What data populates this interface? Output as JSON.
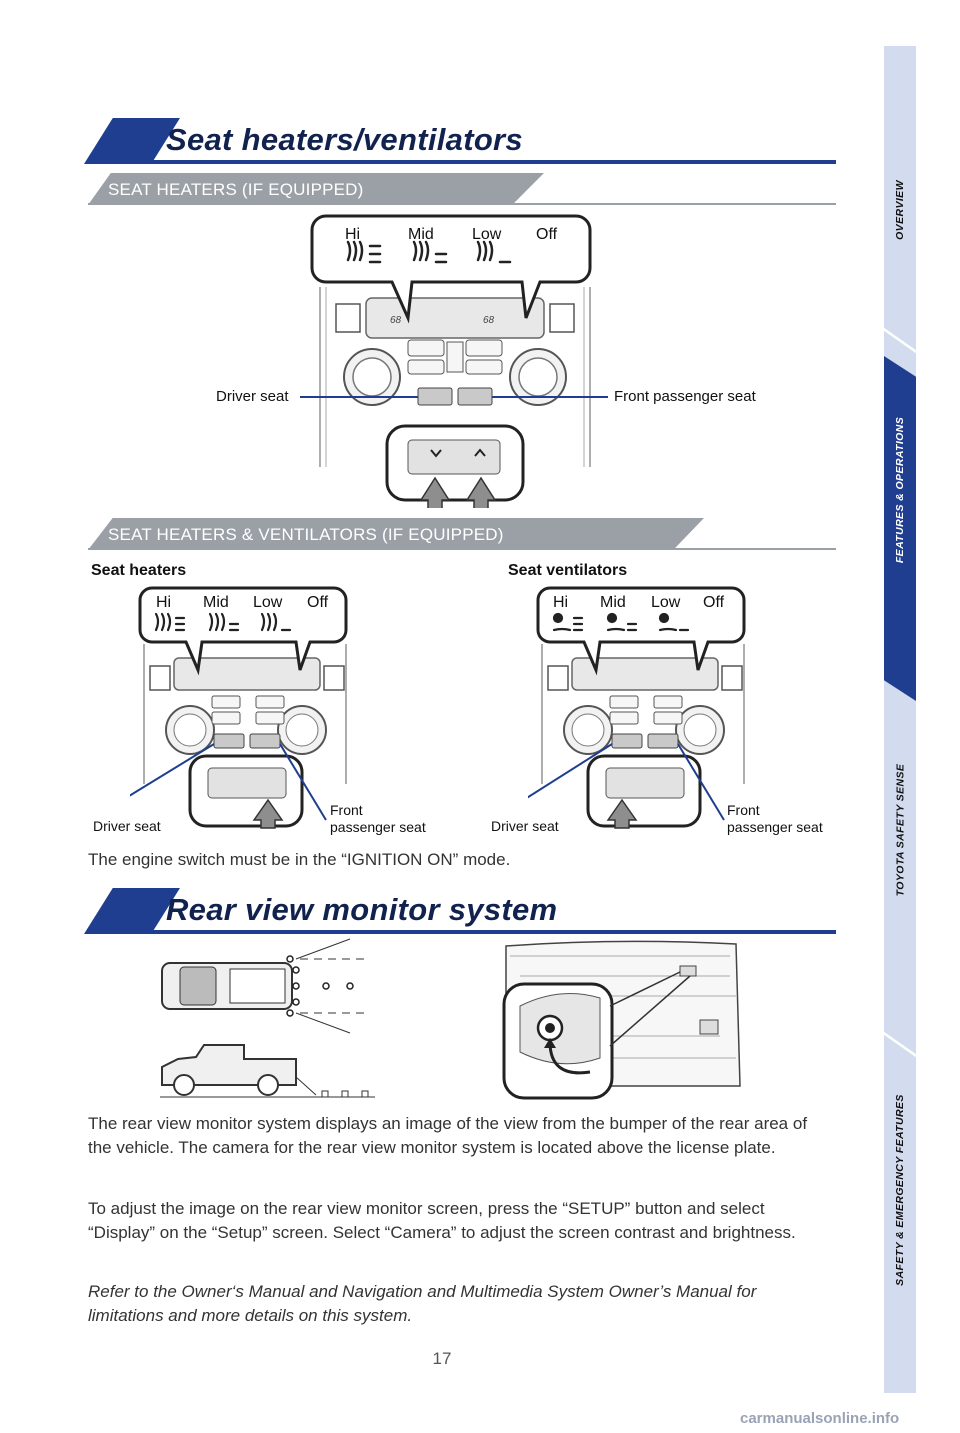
{
  "page": {
    "number": "17",
    "watermark": "carmanualsonline.info"
  },
  "side_tabs": [
    {
      "label": "OVERVIEW",
      "active": false
    },
    {
      "label": "FEATURES & OPERATIONS",
      "active": true
    },
    {
      "label": "TOYOTA SAFETY SENSE",
      "active": false
    },
    {
      "label": "SAFETY & EMERGENCY FEATURES",
      "active": false
    }
  ],
  "section1": {
    "title": "Seat heaters/ventilators",
    "sub1": "SEAT HEATERS (IF EQUIPPED)",
    "levels": [
      "Hi",
      "Mid",
      "Low",
      "Off"
    ],
    "driver_seat": "Driver seat",
    "front_passenger_seat": "Front passenger seat",
    "sub2": "SEAT HEATERS & VENTILATORS (IF EQUIPPED)",
    "seat_heaters_label": "Seat heaters",
    "seat_ventilators_label": "Seat ventilators",
    "front_label": "Front",
    "passenger_seat_label": "passenger seat",
    "note": "The engine switch must be in the “IGNITION ON” mode."
  },
  "section2": {
    "title": "Rear view monitor system",
    "para1": "The rear view monitor system displays an image of the view from the bumper of the rear area of the vehicle. The camera for the rear view monitor system is located above the license plate.",
    "para2": "To adjust the image on the rear view monitor screen, press the “SETUP” button and select “Display” on the “Setup” screen.  Select “Camera” to adjust the screen contrast and brightness.",
    "para3": "Refer to the Owner‘s Manual and Navigation and Multimedia System Owner’s Manual for limitations and more details on this system."
  },
  "colors": {
    "navy": "#1f3e8f",
    "title_text": "#11224f",
    "gray_band": "#9aa0a6",
    "side_bar": "#d3dcef"
  },
  "icons": [
    "seat-heater-icon",
    "seat-ventilator-icon",
    "arrow-up-icon",
    "chevron-down-icon",
    "chevron-up-icon",
    "rear-camera-icon"
  ]
}
